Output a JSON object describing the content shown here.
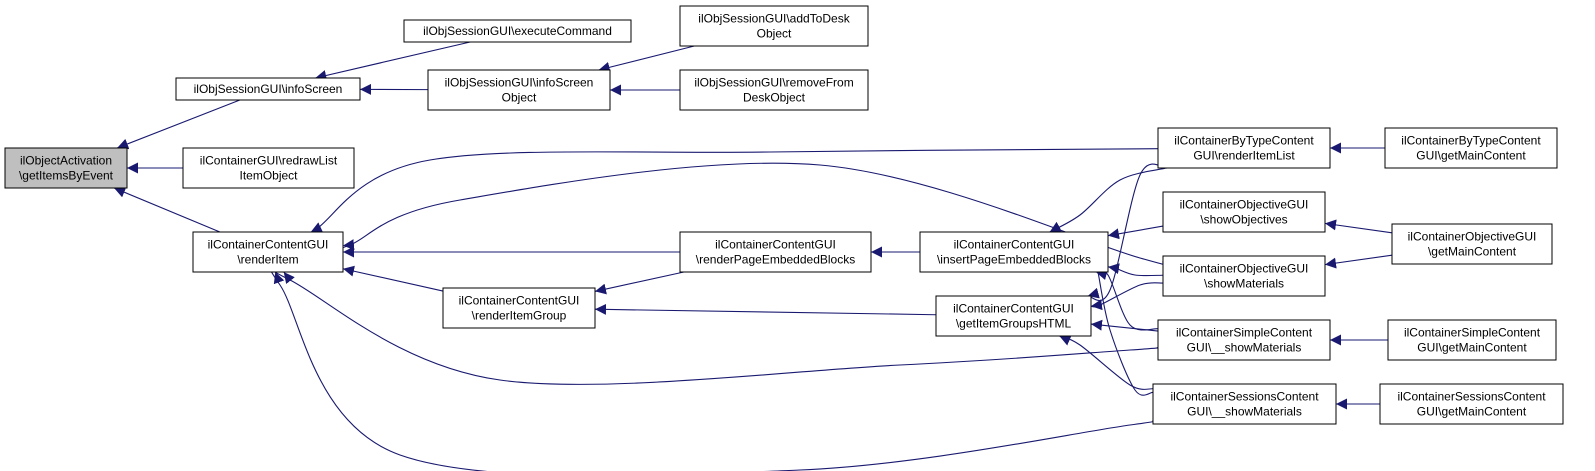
{
  "graph": {
    "edge_color": "#191970",
    "root_fill": "#bfbfbf",
    "nodes": [
      {
        "id": "root",
        "lines": [
          "ilObjectActivation",
          "\\getItemsByEvent"
        ],
        "root": true
      },
      {
        "id": "n_info",
        "lines": [
          "ilObjSessionGUI\\infoScreen"
        ]
      },
      {
        "id": "n_redraw",
        "lines": [
          "ilContainerGUI\\redrawList",
          "ItemObject"
        ]
      },
      {
        "id": "n_render",
        "lines": [
          "ilContainerContentGUI",
          "\\renderItem"
        ]
      },
      {
        "id": "n_exec",
        "lines": [
          "ilObjSessionGUI\\executeCommand"
        ]
      },
      {
        "id": "n_infoobj",
        "lines": [
          "ilObjSessionGUI\\infoScreen",
          "Object"
        ]
      },
      {
        "id": "n_add",
        "lines": [
          "ilObjSessionGUI\\addToDesk",
          "Object"
        ]
      },
      {
        "id": "n_remove",
        "lines": [
          "ilObjSessionGUI\\removeFrom",
          "DeskObject"
        ]
      },
      {
        "id": "n_rpeb",
        "lines": [
          "ilContainerContentGUI",
          "\\renderPageEmbeddedBlocks"
        ]
      },
      {
        "id": "n_rig",
        "lines": [
          "ilContainerContentGUI",
          "\\renderItemGroup"
        ]
      },
      {
        "id": "n_ipeb",
        "lines": [
          "ilContainerContentGUI",
          "\\insertPageEmbeddedBlocks"
        ]
      },
      {
        "id": "n_gighl",
        "lines": [
          "ilContainerContentGUI",
          "\\getItemGroupsHTML"
        ]
      },
      {
        "id": "n_bytype",
        "lines": [
          "ilContainerByTypeContent",
          "GUI\\renderItemList"
        ]
      },
      {
        "id": "n_showobj",
        "lines": [
          "ilContainerObjectiveGUI",
          "\\showObjectives"
        ]
      },
      {
        "id": "n_showmat",
        "lines": [
          "ilContainerObjectiveGUI",
          "\\showMaterials"
        ]
      },
      {
        "id": "n_simple",
        "lines": [
          "ilContainerSimpleContent",
          "GUI\\__showMaterials"
        ]
      },
      {
        "id": "n_sessions",
        "lines": [
          "ilContainerSessionsContent",
          "GUI\\__showMaterials"
        ]
      },
      {
        "id": "n_bytype_main",
        "lines": [
          "ilContainerByTypeContent",
          "GUI\\getMainContent"
        ]
      },
      {
        "id": "n_obj_main",
        "lines": [
          "ilContainerObjectiveGUI",
          "\\getMainContent"
        ]
      },
      {
        "id": "n_simple_main",
        "lines": [
          "ilContainerSimpleContent",
          "GUI\\getMainContent"
        ]
      },
      {
        "id": "n_sessions_main",
        "lines": [
          "ilContainerSessionsContent",
          "GUI\\getMainContent"
        ]
      }
    ],
    "edges": [
      {
        "from": "n_info",
        "to": "root"
      },
      {
        "from": "n_redraw",
        "to": "root"
      },
      {
        "from": "n_render",
        "to": "root"
      },
      {
        "from": "n_exec",
        "to": "n_info"
      },
      {
        "from": "n_infoobj",
        "to": "n_info"
      },
      {
        "from": "n_add",
        "to": "n_infoobj"
      },
      {
        "from": "n_remove",
        "to": "n_infoobj"
      },
      {
        "from": "n_rpeb",
        "to": "n_render"
      },
      {
        "from": "n_rig",
        "to": "n_render"
      },
      {
        "from": "n_bytype",
        "to": "n_render"
      },
      {
        "from": "n_showmat",
        "to": "n_render"
      },
      {
        "from": "n_simple",
        "to": "n_render"
      },
      {
        "from": "n_sessions",
        "to": "n_render"
      },
      {
        "from": "n_rpeb",
        "to": "n_rig"
      },
      {
        "from": "n_gighl",
        "to": "n_rig"
      },
      {
        "from": "n_ipeb",
        "to": "n_rpeb"
      },
      {
        "from": "n_bytype",
        "to": "n_ipeb"
      },
      {
        "from": "n_showobj",
        "to": "n_ipeb"
      },
      {
        "from": "n_showmat",
        "to": "n_ipeb"
      },
      {
        "from": "n_simple",
        "to": "n_ipeb"
      },
      {
        "from": "n_sessions",
        "to": "n_ipeb"
      },
      {
        "from": "n_bytype",
        "to": "n_gighl"
      },
      {
        "from": "n_showmat",
        "to": "n_gighl"
      },
      {
        "from": "n_simple",
        "to": "n_gighl"
      },
      {
        "from": "n_sessions",
        "to": "n_gighl"
      },
      {
        "from": "n_bytype_main",
        "to": "n_bytype"
      },
      {
        "from": "n_obj_main",
        "to": "n_showobj"
      },
      {
        "from": "n_obj_main",
        "to": "n_showmat"
      },
      {
        "from": "n_simple_main",
        "to": "n_simple"
      },
      {
        "from": "n_sessions_main",
        "to": "n_sessions"
      }
    ]
  }
}
